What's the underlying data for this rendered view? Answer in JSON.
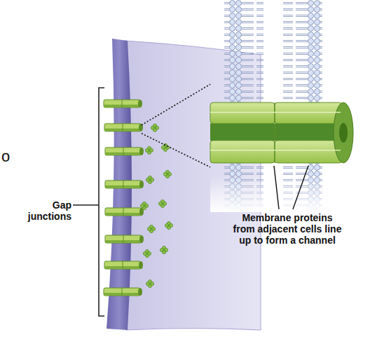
{
  "diagram": {
    "labels": [
      "o",
      "Gap junctions",
      "Membrane proteins from adjacent cells line up to form a channel"
    ]
  }
}
